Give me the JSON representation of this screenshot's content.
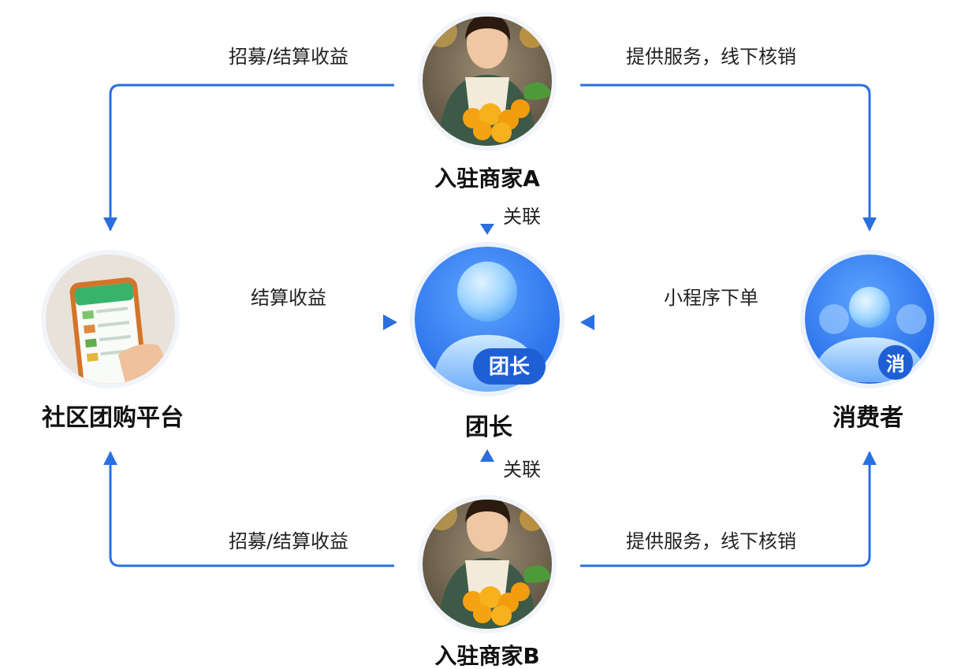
{
  "nodes": {
    "merchant_a": {
      "label": "入驻商家A"
    },
    "merchant_b": {
      "label": "入驻商家B"
    },
    "platform": {
      "label": "社区团购平台"
    },
    "leader": {
      "label": "团长",
      "badge": "团长"
    },
    "consumer": {
      "label": "消费者",
      "badge": "消"
    }
  },
  "edges": {
    "a_to_platform": "招募/结算收益",
    "a_to_consumer": "提供服务，线下核销",
    "a_to_leader": "关联",
    "platform_to_leader": "结算收益",
    "consumer_to_leader": "小程序下单",
    "b_to_leader": "关联",
    "b_to_platform": "招募/结算收益",
    "b_to_consumer": "提供服务，线下核销"
  },
  "colors": {
    "arrow": "#2a6fe0",
    "avatar_blue": "#2f7df2"
  }
}
